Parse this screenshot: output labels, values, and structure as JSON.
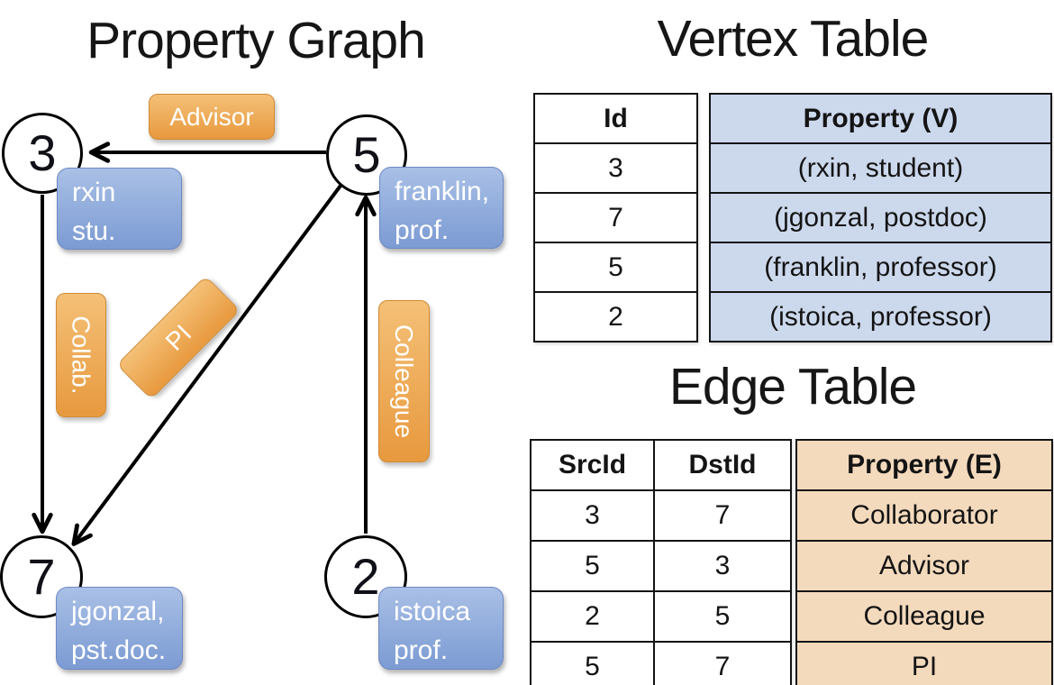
{
  "graph": {
    "title": "Property Graph",
    "nodes": [
      {
        "id": "3",
        "lines": [
          "rxin",
          "stu."
        ]
      },
      {
        "id": "5",
        "lines": [
          "franklin,",
          "prof."
        ]
      },
      {
        "id": "7",
        "lines": [
          "jgonzal,",
          "pst.doc."
        ]
      },
      {
        "id": "2",
        "lines": [
          "istoica",
          "prof."
        ]
      }
    ],
    "edge_labels": {
      "advisor": "Advisor",
      "collab": "Collab.",
      "pi": "PI",
      "colleague": "Colleague"
    }
  },
  "vertex_table": {
    "title": "Vertex Table",
    "columns": {
      "id": "Id",
      "property": "Property (V)"
    },
    "rows": [
      {
        "id": "3",
        "property": "(rxin, student)"
      },
      {
        "id": "7",
        "property": "(jgonzal, postdoc)"
      },
      {
        "id": "5",
        "property": "(franklin, professor)"
      },
      {
        "id": "2",
        "property": "(istoica, professor)"
      }
    ]
  },
  "edge_table": {
    "title": "Edge Table",
    "columns": {
      "src": "SrcId",
      "dst": "DstId",
      "property": "Property (E)"
    },
    "rows": [
      {
        "src": "3",
        "dst": "7",
        "property": "Collaborator"
      },
      {
        "src": "5",
        "dst": "3",
        "property": "Advisor"
      },
      {
        "src": "2",
        "dst": "5",
        "property": "Colleague"
      },
      {
        "src": "5",
        "dst": "7",
        "property": "PI"
      }
    ]
  },
  "colors": {
    "node_box_blue_top": "#a9c0e6",
    "node_box_blue_bottom": "#7c9bd3",
    "edge_label_orange_top": "#f4c077",
    "edge_label_orange_bottom": "#e8993e",
    "vertex_property_fill": "#ccd8ec",
    "edge_property_fill": "#f4dabd",
    "edge_stroke": "#000000"
  }
}
